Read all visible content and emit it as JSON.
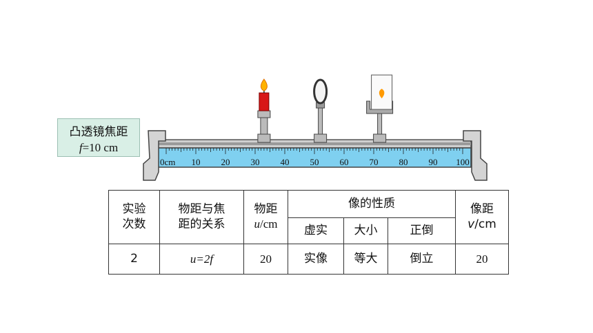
{
  "label": {
    "title": "凸透镜焦距",
    "focal_symbol": "f",
    "focal_value": "=10 cm"
  },
  "ruler": {
    "unit_label": "0cm",
    "ticks": [
      "10",
      "20",
      "30",
      "40",
      "50",
      "60",
      "70",
      "80",
      "90",
      "100"
    ],
    "candle_cm": 33,
    "lens_cm": 52,
    "screen_cm": 72
  },
  "table": {
    "headers": {
      "trial_line1": "实验",
      "trial_line2": "次数",
      "relation_line1": "物距与焦",
      "relation_line2": "距的关系",
      "object_distance": "物距",
      "object_unit_symbol": "u",
      "object_unit": "/cm",
      "image_properties": "像的性质",
      "real_virtual": "虚实",
      "size": "大小",
      "orientation": "正倒",
      "image_distance": "像距",
      "image_unit_symbol": "v",
      "image_unit": "/cm"
    },
    "row": {
      "trial": "2",
      "relation": "u=2f",
      "object_distance": "20",
      "real_virtual": "实像",
      "size": "等大",
      "orientation": "倒立",
      "image_distance": "20"
    }
  },
  "colors": {
    "ruler_fill": "#7fd0f0",
    "rail": "#c8c8c8",
    "label_box": "#d9efe6",
    "answer_red": "#c00000",
    "value_blue": "#1f3b7a"
  }
}
